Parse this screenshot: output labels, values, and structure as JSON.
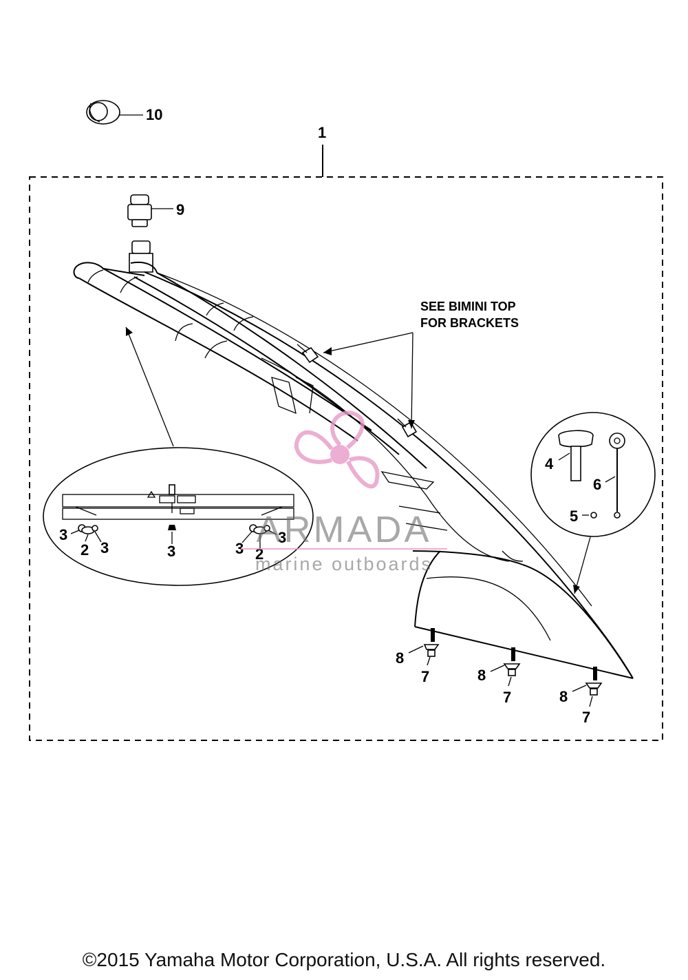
{
  "diagram": {
    "callouts": {
      "c1": "1",
      "c2a": "2",
      "c2b": "2",
      "c3a": "3",
      "c3b": "3",
      "c3c": "3",
      "c3d": "3",
      "c3e": "3",
      "c4": "4",
      "c5": "5",
      "c6": "6",
      "c7a": "7",
      "c7b": "7",
      "c7c": "7",
      "c8a": "8",
      "c8b": "8",
      "c8c": "8",
      "c9": "9",
      "c10": "10"
    },
    "note_line1": "SEE BIMINI TOP",
    "note_line2": "FOR BRACKETS"
  },
  "watermark": {
    "brand": "ARMADA",
    "tagline": "marine outboards",
    "color": "#e89ac7"
  },
  "footer": {
    "copyright": "©2015 Yamaha Motor Corporation, U.S.A. All rights reserved."
  }
}
